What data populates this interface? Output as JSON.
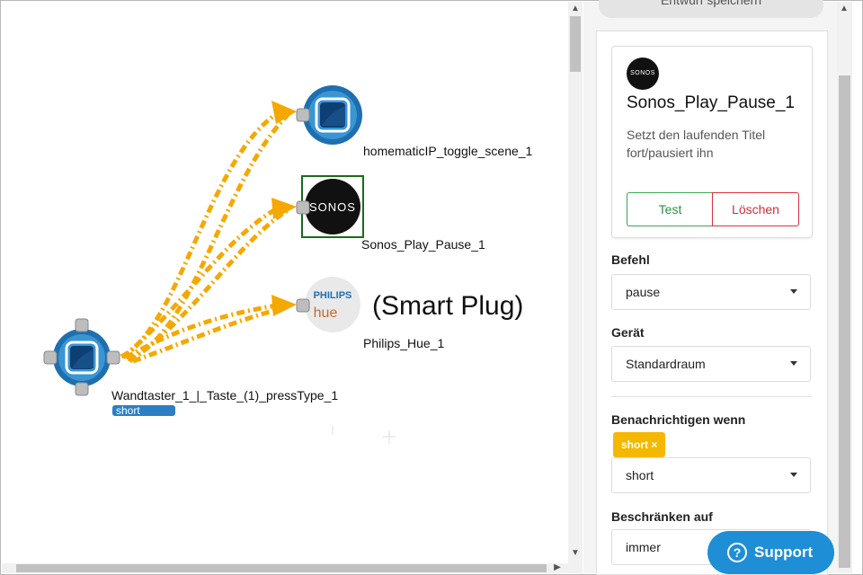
{
  "canvas": {
    "nodes": [
      {
        "label": "homematicIP_toggle_scene_1"
      },
      {
        "label": "Sonos_Play_Pause_1",
        "logo_text": "SONOS"
      },
      {
        "label": "Philips_Hue_1",
        "logo_top": "PHILIPS",
        "logo_bottom": "hue"
      }
    ],
    "source": {
      "label": "Wandtaster_1_|_Taste_(1)_pressType_1",
      "tag": "short"
    },
    "annotation": "(Smart Plug)",
    "edge_color": "#f5a800"
  },
  "panel": {
    "save_label": "Entwurf speichern",
    "card": {
      "logo_text": "SONOS",
      "title": "Sonos_Play_Pause_1",
      "description": "Setzt den laufenden Titel fort/pausiert ihn",
      "test_label": "Test",
      "delete_label": "Löschen"
    },
    "fields": {
      "befehl_label": "Befehl",
      "befehl_value": "pause",
      "geraet_label": "Gerät",
      "geraet_value": "Standardraum",
      "notify_label": "Benachrichtigen wenn",
      "notify_chip": "short ×",
      "notify_value": "short",
      "restrict_label": "Beschränken auf",
      "restrict_value": "immer"
    }
  },
  "support_label": "Support",
  "colors": {
    "accent": "#1e8fd6",
    "test": "#2a8f45",
    "delete": "#d12f35",
    "chip": "#f5b800"
  }
}
